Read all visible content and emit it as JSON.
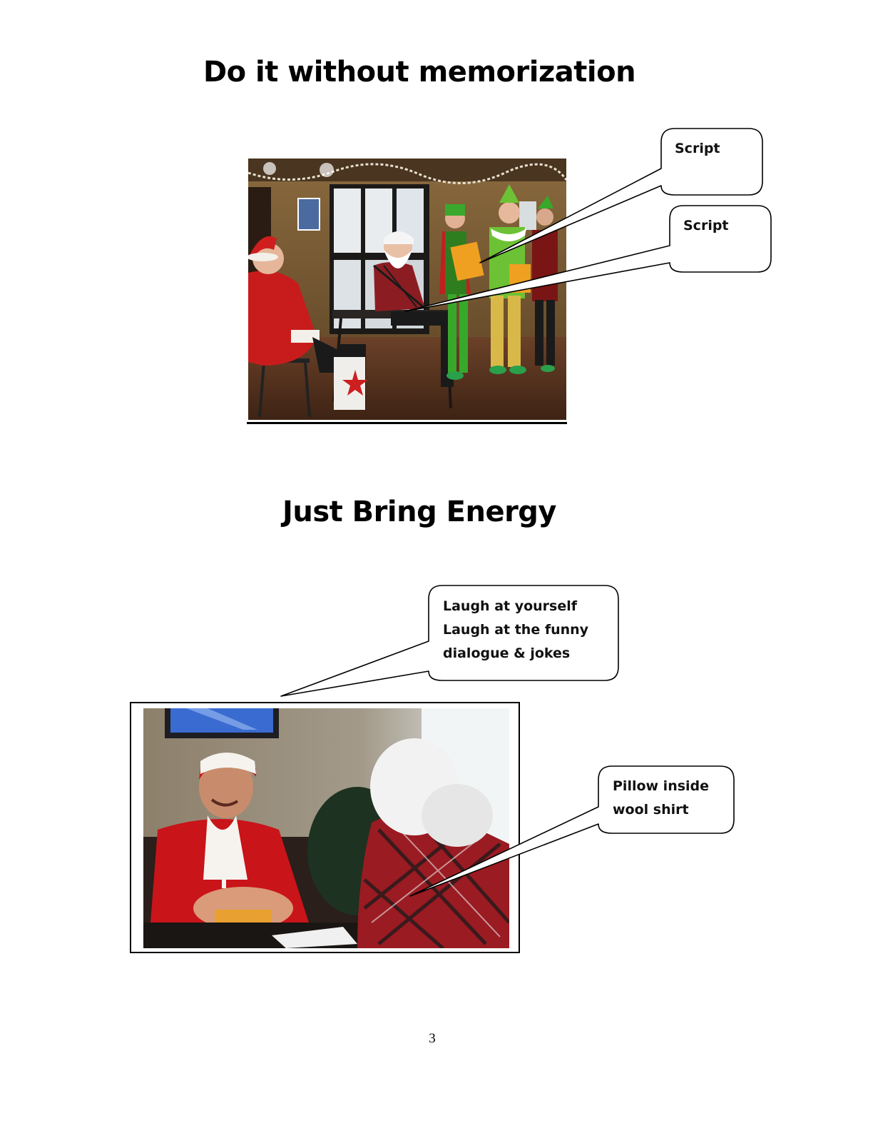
{
  "section1": {
    "title": "Do it without memorization"
  },
  "section2": {
    "title": "Just Bring Energy"
  },
  "callouts": {
    "script_top": "Script",
    "script_bottom": "Script",
    "laugh": [
      "Laugh at yourself",
      "Laugh at the funny",
      "dialogue & jokes"
    ],
    "pillow": [
      "Pillow inside",
      "wool shirt"
    ]
  },
  "footer": {
    "page_number": "3"
  }
}
